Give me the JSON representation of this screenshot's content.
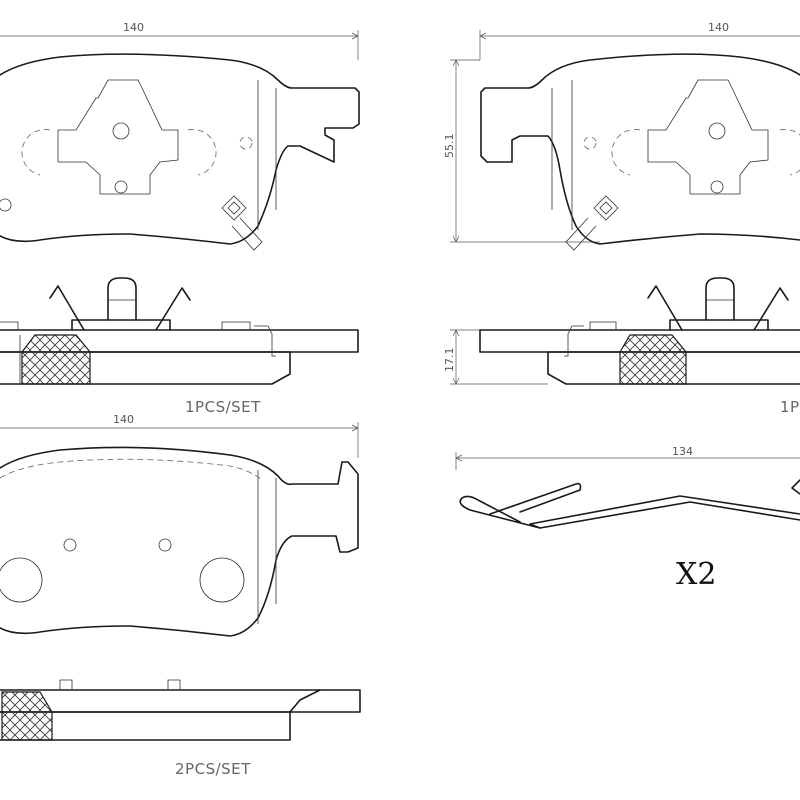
{
  "dimensions": {
    "top_left_width": "140",
    "top_right_width": "140",
    "top_right_height": "55.1",
    "side_thickness": "17.1",
    "bottom_left_width": "140",
    "wire_length": "134"
  },
  "labels": {
    "set_top_left": "1PCS/SET",
    "set_top_right": "1P",
    "set_bottom": "2PCS/SET",
    "multiplier": "X2"
  }
}
